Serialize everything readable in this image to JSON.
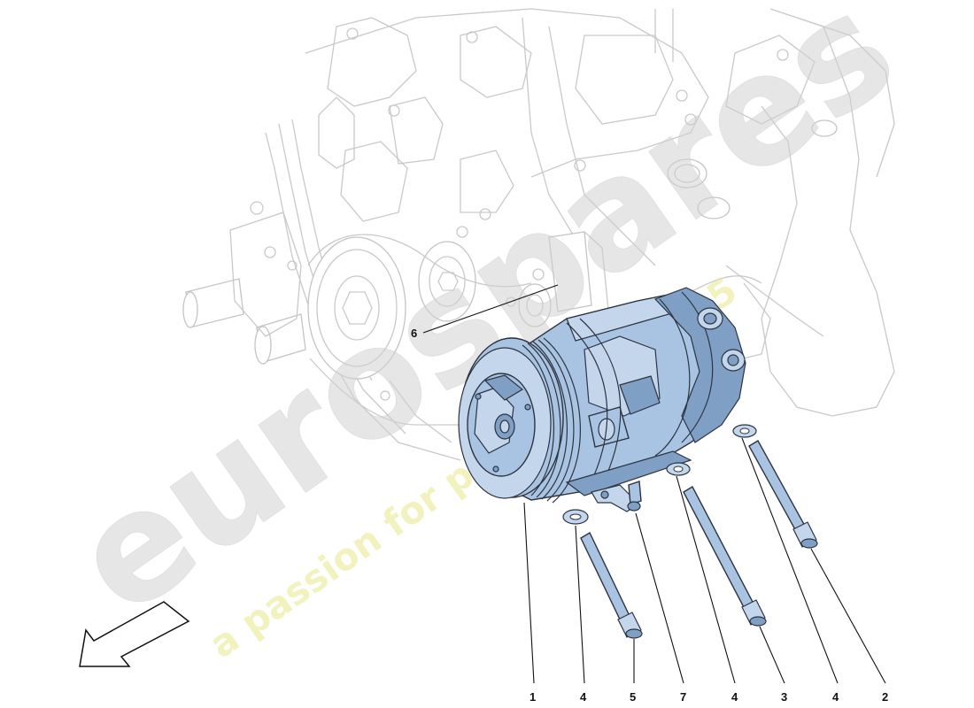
{
  "diagram": {
    "callouts": [
      {
        "id": "c1",
        "label": "1"
      },
      {
        "id": "c4a",
        "label": "4"
      },
      {
        "id": "c5",
        "label": "5"
      },
      {
        "id": "c7",
        "label": "7"
      },
      {
        "id": "c4b",
        "label": "4"
      },
      {
        "id": "c3",
        "label": "3"
      },
      {
        "id": "c4c",
        "label": "4"
      },
      {
        "id": "c2",
        "label": "2"
      },
      {
        "id": "c6",
        "label": "6"
      }
    ]
  },
  "watermark": {
    "brand": "eurospares",
    "tagline": "a passion for parts since 1985",
    "brand_color": "#d8d8d8",
    "tagline_color": "#efef9a"
  },
  "colors": {
    "part_fill": "#a9c4e2",
    "outline": "#2d3440",
    "ghost_outline": "#c9c9c9"
  },
  "icons": {
    "direction_arrow": "front-direction-arrow-icon"
  }
}
